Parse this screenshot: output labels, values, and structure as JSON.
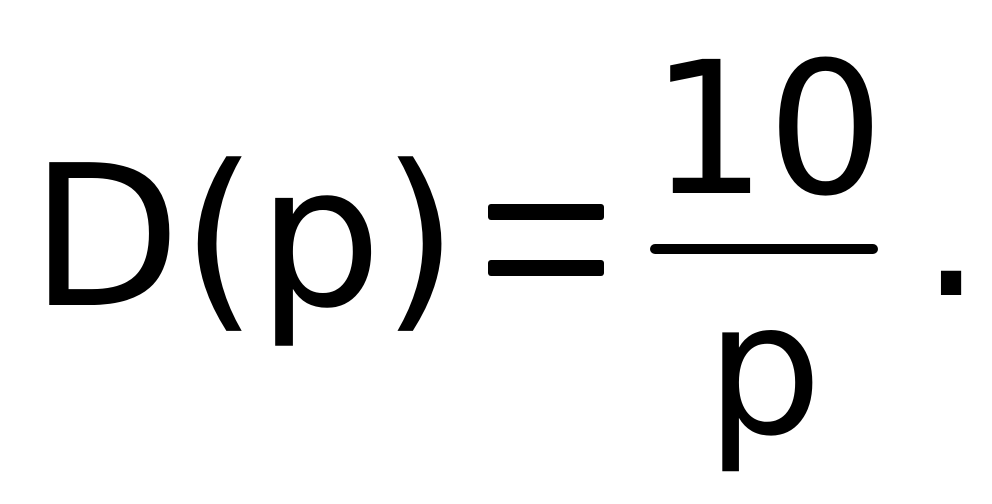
{
  "equation": {
    "lhs": "D(p)",
    "relation": "=",
    "numerator": "10",
    "denominator": "p",
    "terminator": "."
  }
}
